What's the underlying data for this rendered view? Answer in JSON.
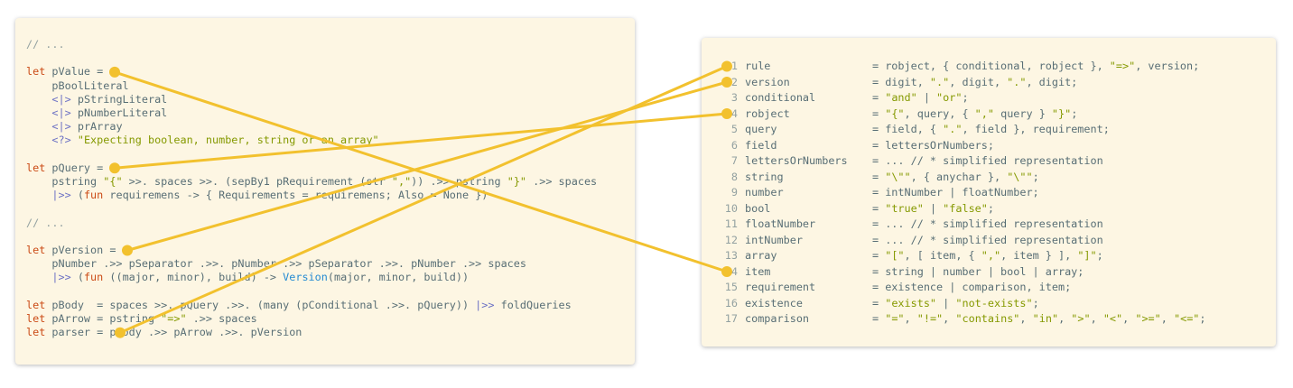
{
  "code_panel": {
    "lines": [
      [
        {
          "t": "// ...",
          "c": "comment"
        }
      ],
      [],
      [
        {
          "t": "let",
          "c": "kw"
        },
        {
          "t": " pValue =",
          "c": ""
        }
      ],
      [
        {
          "t": "    pBoolLiteral",
          "c": ""
        }
      ],
      [
        {
          "t": "    ",
          "c": ""
        },
        {
          "t": "<|>",
          "c": "op"
        },
        {
          "t": " pStringLiteral",
          "c": ""
        }
      ],
      [
        {
          "t": "    ",
          "c": ""
        },
        {
          "t": "<|>",
          "c": "op"
        },
        {
          "t": " pNumberLiteral",
          "c": ""
        }
      ],
      [
        {
          "t": "    ",
          "c": ""
        },
        {
          "t": "<|>",
          "c": "op"
        },
        {
          "t": " prArray",
          "c": ""
        }
      ],
      [
        {
          "t": "    ",
          "c": ""
        },
        {
          "t": "<?>",
          "c": "op"
        },
        {
          "t": " ",
          "c": ""
        },
        {
          "t": "\"Expecting boolean, number, string or an array\"",
          "c": "str"
        }
      ],
      [],
      [
        {
          "t": "let",
          "c": "kw"
        },
        {
          "t": " pQuery =",
          "c": ""
        }
      ],
      [
        {
          "t": "    pstring ",
          "c": ""
        },
        {
          "t": "\"{\"",
          "c": "str"
        },
        {
          "t": " >>. spaces >>. (sepBy1 pRequirement (str ",
          "c": ""
        },
        {
          "t": "\",\"",
          "c": "str"
        },
        {
          "t": ")) .>> pstring ",
          "c": ""
        },
        {
          "t": "\"}\"",
          "c": "str"
        },
        {
          "t": " .>> spaces",
          "c": ""
        }
      ],
      [
        {
          "t": "    ",
          "c": ""
        },
        {
          "t": "|>>",
          "c": "op"
        },
        {
          "t": " (",
          "c": ""
        },
        {
          "t": "fun",
          "c": "kw"
        },
        {
          "t": " requiremens -> { Requirements = requiremens; Also = None })",
          "c": ""
        }
      ],
      [],
      [
        {
          "t": "// ...",
          "c": "comment"
        }
      ],
      [],
      [
        {
          "t": "let",
          "c": "kw"
        },
        {
          "t": " pVersion =",
          "c": ""
        }
      ],
      [
        {
          "t": "    pNumber .>> pSeparator .>>. pNumber .>> pSeparator .>>. pNumber .>> spaces",
          "c": ""
        }
      ],
      [
        {
          "t": "    ",
          "c": ""
        },
        {
          "t": "|>>",
          "c": "op"
        },
        {
          "t": " (",
          "c": ""
        },
        {
          "t": "fun",
          "c": "kw"
        },
        {
          "t": " ((major, minor), build) -> ",
          "c": ""
        },
        {
          "t": "Version",
          "c": "type"
        },
        {
          "t": "(major, minor, build))",
          "c": ""
        }
      ],
      [],
      [
        {
          "t": "let",
          "c": "kw"
        },
        {
          "t": " pBody  = spaces >>. pQuery .>>. (many (pConditional .>>. pQuery)) ",
          "c": ""
        },
        {
          "t": "|>>",
          "c": "op"
        },
        {
          "t": " foldQueries",
          "c": ""
        }
      ],
      [
        {
          "t": "let",
          "c": "kw"
        },
        {
          "t": " pArrow = pstring ",
          "c": ""
        },
        {
          "t": "\"=>\"",
          "c": "str"
        },
        {
          "t": " .>> spaces",
          "c": ""
        }
      ],
      [
        {
          "t": "let",
          "c": "kw"
        },
        {
          "t": " parser = pBody .>> pArrow .>>. pVersion",
          "c": ""
        }
      ]
    ]
  },
  "grammar_panel": {
    "rules": [
      {
        "num": "1",
        "name": "rule",
        "def": [
          {
            "t": "= robject, { conditional, robject }, ",
            "c": ""
          },
          {
            "t": "\"=>\"",
            "c": "str"
          },
          {
            "t": ", version;",
            "c": ""
          }
        ]
      },
      {
        "num": "2",
        "name": "version",
        "def": [
          {
            "t": "= digit, ",
            "c": ""
          },
          {
            "t": "\".\"",
            "c": "str"
          },
          {
            "t": ", digit, ",
            "c": ""
          },
          {
            "t": "\".\"",
            "c": "str"
          },
          {
            "t": ", digit;",
            "c": ""
          }
        ]
      },
      {
        "num": "3",
        "name": "conditional",
        "def": [
          {
            "t": "= ",
            "c": ""
          },
          {
            "t": "\"and\"",
            "c": "str"
          },
          {
            "t": " | ",
            "c": ""
          },
          {
            "t": "\"or\"",
            "c": "str"
          },
          {
            "t": ";",
            "c": ""
          }
        ]
      },
      {
        "num": "4",
        "name": "robject",
        "def": [
          {
            "t": "= ",
            "c": ""
          },
          {
            "t": "\"{\"",
            "c": "str"
          },
          {
            "t": ", query, { ",
            "c": ""
          },
          {
            "t": "\",\"",
            "c": "str"
          },
          {
            "t": " query } ",
            "c": ""
          },
          {
            "t": "\"}\"",
            "c": "str"
          },
          {
            "t": ";",
            "c": ""
          }
        ]
      },
      {
        "num": "5",
        "name": "query",
        "def": [
          {
            "t": "= field, { ",
            "c": ""
          },
          {
            "t": "\".\"",
            "c": "str"
          },
          {
            "t": ", field }, requirement;",
            "c": ""
          }
        ]
      },
      {
        "num": "6",
        "name": "field",
        "def": [
          {
            "t": "= lettersOrNumbers;",
            "c": ""
          }
        ]
      },
      {
        "num": "7",
        "name": "lettersOrNumbers",
        "def": [
          {
            "t": "= ... // * simplified representation",
            "c": ""
          }
        ]
      },
      {
        "num": "8",
        "name": "string",
        "def": [
          {
            "t": "= ",
            "c": ""
          },
          {
            "t": "\"\\\"\"",
            "c": "str"
          },
          {
            "t": ", { anychar }, ",
            "c": ""
          },
          {
            "t": "\"\\\"\"",
            "c": "str"
          },
          {
            "t": ";",
            "c": ""
          }
        ]
      },
      {
        "num": "9",
        "name": "number",
        "def": [
          {
            "t": "= intNumber | floatNumber;",
            "c": ""
          }
        ]
      },
      {
        "num": "10",
        "name": "bool",
        "def": [
          {
            "t": "= ",
            "c": ""
          },
          {
            "t": "\"true\"",
            "c": "str"
          },
          {
            "t": " | ",
            "c": ""
          },
          {
            "t": "\"false\"",
            "c": "str"
          },
          {
            "t": ";",
            "c": ""
          }
        ]
      },
      {
        "num": "11",
        "name": "floatNumber",
        "def": [
          {
            "t": "= ... // * simplified representation",
            "c": ""
          }
        ]
      },
      {
        "num": "12",
        "name": "intNumber",
        "def": [
          {
            "t": "= ... // * simplified representation",
            "c": ""
          }
        ]
      },
      {
        "num": "13",
        "name": "array",
        "def": [
          {
            "t": "= ",
            "c": ""
          },
          {
            "t": "\"[\"",
            "c": "str"
          },
          {
            "t": ", [ item, { ",
            "c": ""
          },
          {
            "t": "\",\"",
            "c": "str"
          },
          {
            "t": ", item } ], ",
            "c": ""
          },
          {
            "t": "\"]\"",
            "c": "str"
          },
          {
            "t": ";",
            "c": ""
          }
        ]
      },
      {
        "num": "14",
        "name": "item",
        "def": [
          {
            "t": "= string | number | bool | array;",
            "c": ""
          }
        ]
      },
      {
        "num": "15",
        "name": "requirement",
        "def": [
          {
            "t": "= existence | comparison, item;",
            "c": ""
          }
        ]
      },
      {
        "num": "16",
        "name": "existence",
        "def": [
          {
            "t": "= ",
            "c": ""
          },
          {
            "t": "\"exists\"",
            "c": "str"
          },
          {
            "t": " | ",
            "c": ""
          },
          {
            "t": "\"not-exists\"",
            "c": "str"
          },
          {
            "t": ";",
            "c": ""
          }
        ]
      },
      {
        "num": "17",
        "name": "comparison",
        "def": [
          {
            "t": "= ",
            "c": ""
          },
          {
            "t": "\"=\"",
            "c": "str"
          },
          {
            "t": ", ",
            "c": ""
          },
          {
            "t": "\"!=\"",
            "c": "str"
          },
          {
            "t": ", ",
            "c": ""
          },
          {
            "t": "\"contains\"",
            "c": "str"
          },
          {
            "t": ", ",
            "c": ""
          },
          {
            "t": "\"in\"",
            "c": "str"
          },
          {
            "t": ", ",
            "c": ""
          },
          {
            "t": "\">\"",
            "c": "str"
          },
          {
            "t": ", ",
            "c": ""
          },
          {
            "t": "\"<\"",
            "c": "str"
          },
          {
            "t": ", ",
            "c": ""
          },
          {
            "t": "\">=\"",
            "c": "str"
          },
          {
            "t": ", ",
            "c": ""
          },
          {
            "t": "\"<=\"",
            "c": "str"
          },
          {
            "t": ";",
            "c": ""
          }
        ]
      }
    ]
  },
  "connectors": [
    {
      "from": "pValue",
      "to": "item"
    },
    {
      "from": "pQuery",
      "to": "robject"
    },
    {
      "from": "pVersion",
      "to": "version"
    },
    {
      "from": "parser",
      "to": "rule"
    }
  ],
  "colors": {
    "panel_bg": "#fdf6e3",
    "connector": "#f2c12e",
    "keyword": "#cb4b16",
    "operator": "#6c71c4",
    "string": "#859900",
    "type": "#268bd2",
    "comment": "#93a1a1",
    "text": "#586e75"
  }
}
